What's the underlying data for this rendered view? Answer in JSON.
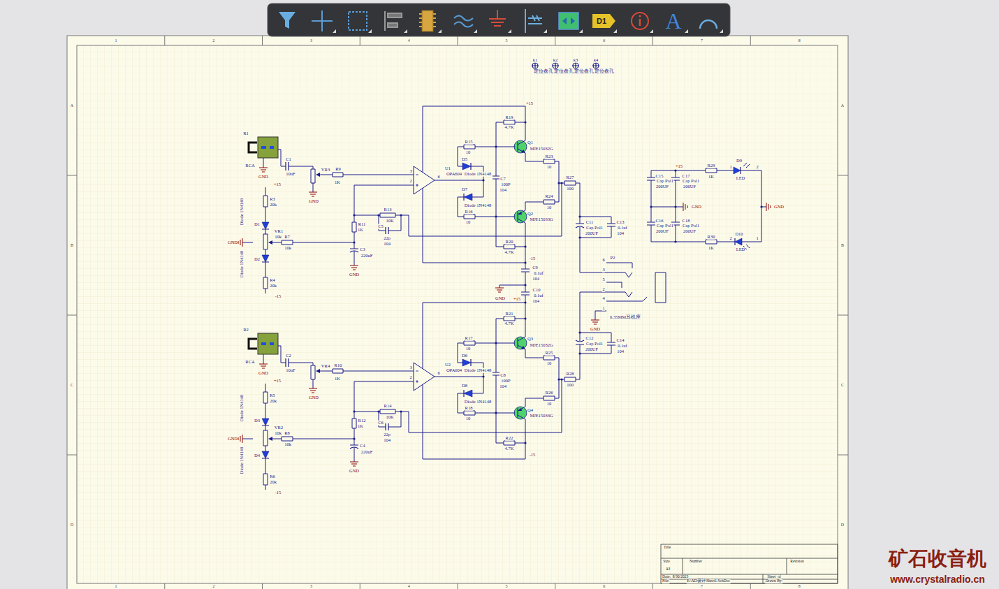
{
  "diagram": {
    "labels": [
      "R1",
      "RCA",
      "GND",
      "C1",
      "10uF",
      "VR3",
      "R9",
      "1K",
      "GND",
      "+15",
      "R3",
      "20k",
      "D1",
      "Diode 1N4148",
      "Diode 1N4148",
      "GND",
      "VR1",
      "10k",
      "R7",
      "10k",
      "D2",
      "R4",
      "20k",
      "-15",
      "R11",
      "1K",
      "R13",
      "10K",
      "C5",
      "22p",
      "104",
      "C3",
      "220uF",
      "GND",
      "3",
      "2",
      "6",
      "U1",
      "OPA604",
      "R15",
      "10",
      "D5",
      "Diode 1N4148",
      "D7",
      "Diode 1N4148",
      "C7",
      "100P",
      "104",
      "R16",
      "10",
      "R19",
      "4.7K",
      "+15",
      "Q1",
      "MJE15032G",
      "R23",
      "10",
      "R27",
      "100",
      "R24",
      "10",
      "Q2",
      "MJE15033G",
      "R20",
      "4.7K",
      "-15",
      "R2",
      "RCA",
      "GND",
      "C2",
      "10uF",
      "VR4",
      "R10",
      "1K",
      "GND",
      "+15",
      "R5",
      "20k",
      "D3",
      "Diode 1N4148",
      "Diode 1N4148",
      "GND",
      "VR2",
      "10k",
      "R8",
      "10k",
      "D4",
      "R6",
      "20k",
      "-15",
      "R12",
      "1K",
      "R14",
      "10K",
      "C6",
      "22p",
      "104",
      "C4",
      "220uF",
      "GND",
      "3",
      "2",
      "6",
      "U2",
      "OPA604",
      "R17",
      "10",
      "D6",
      "Diode 1N4148",
      "D8",
      "Diode 1N4148",
      "C8",
      "100P",
      "104",
      "R18",
      "10",
      "R21",
      "4.7K",
      "+15",
      "Q3",
      "MJE15032G",
      "R25",
      "10",
      "R28",
      "100",
      "R26",
      "10",
      "Q4",
      "MJE15033G",
      "R22",
      "4.7K",
      "-15",
      "C9",
      "0.1uf",
      "104",
      "GND",
      "C10",
      "0.1uf",
      "104",
      "C11",
      "Cap Pol1",
      "200UF",
      "C13",
      "0.1uf",
      "104",
      "C12",
      "Cap Pol1",
      "200UF",
      "C14",
      "0.1uf",
      "104",
      "6",
      "P2",
      "3",
      "5",
      "2",
      "4",
      "1",
      "6.35MM耳机座",
      "GND",
      "C15",
      "Cap Pol1",
      "200UF",
      "+15",
      "C17",
      "Cap Pol1",
      "200UF",
      "R29",
      "1K",
      "1",
      "D9",
      "2",
      "LED",
      "GND",
      "GND",
      "C16",
      "Cap Pol1",
      "200UF",
      "C18",
      "Cap Pol1",
      "200UF",
      "R30",
      "1K",
      "2",
      "D10",
      "1",
      "LED",
      "k1",
      "k2",
      "k3",
      "k4",
      "定位盘孔",
      "定位盘孔",
      "定位盘孔",
      "定位盘孔",
      "Title",
      "Size",
      "A3",
      "Number",
      "Revision",
      "Date:",
      "8/30/2023",
      "Sheet  of",
      "File:",
      "E:\\AD设计\\Sheet1.SchDoc",
      "Drawn By:",
      "1",
      "2",
      "3",
      "4",
      "5",
      "6",
      "7",
      "8",
      "1",
      "2",
      "3",
      "4",
      "5",
      "6",
      "7",
      "8",
      "A",
      "B",
      "C",
      "D",
      "A",
      "B",
      "C",
      "D",
      "D1",
      "A",
      "矿石收音机",
      "www.crystalradio.cn"
    ]
  }
}
